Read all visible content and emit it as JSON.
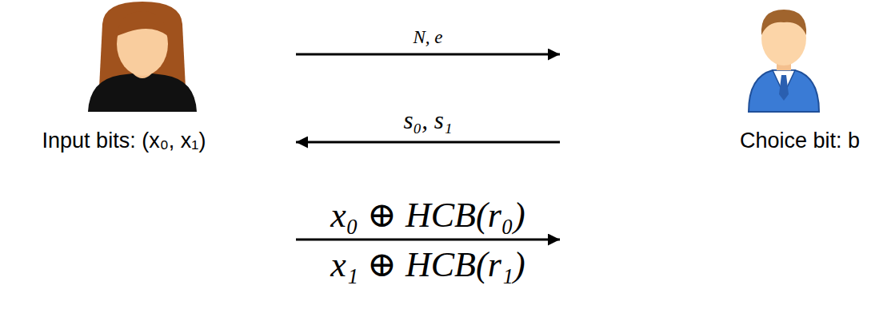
{
  "diagram": {
    "nodes": [
      {
        "text": [
          "Input bits: (x₀, x₁)"
        ]
      },
      {
        "text": [
          "Choice bit: b"
        ]
      }
    ],
    "edges": [
      {
        "from": 0,
        "to": 1,
        "arrow": "to",
        "label": "N, e"
      },
      {
        "from": 1,
        "to": 0,
        "arrow": "to",
        "label": "s₀, s₁"
      },
      {
        "from": 0,
        "to": 1,
        "arrow": "to",
        "label": "x₀ ⊕ HCB(r₀)"
      }
    ],
    "labels": [
      "x₁ ⊕ HCB(r₁)"
    ]
  }
}
